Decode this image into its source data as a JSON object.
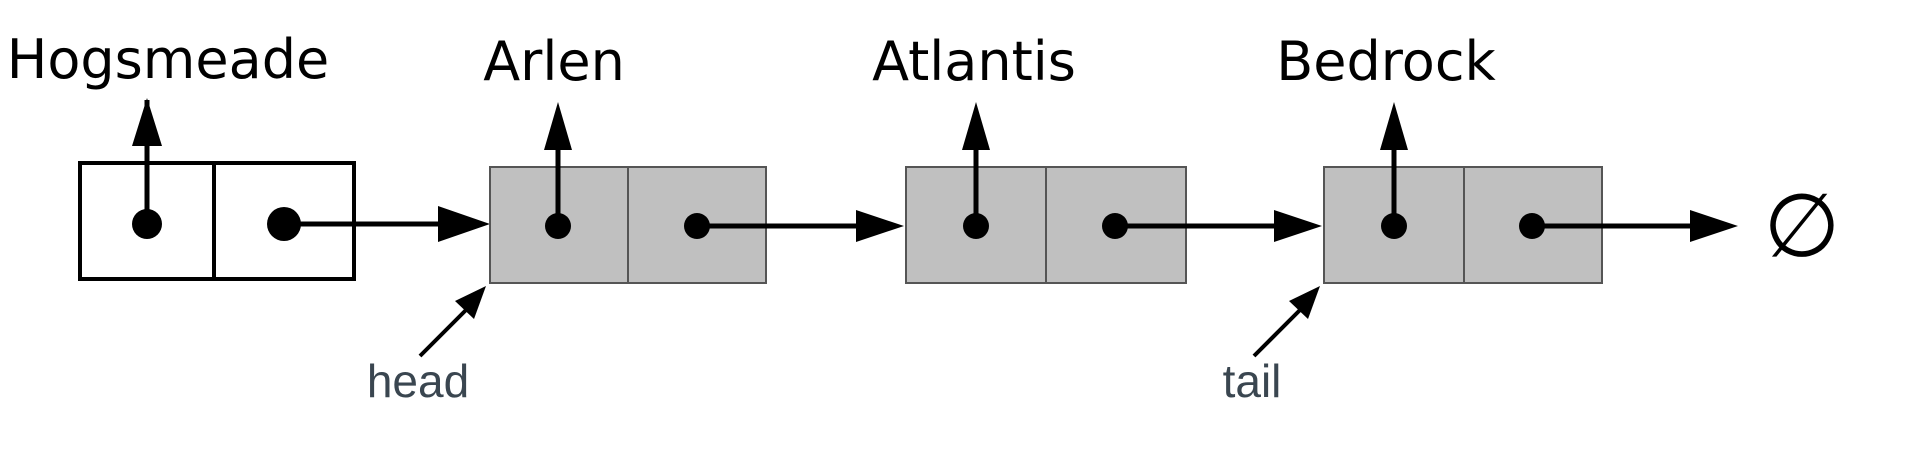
{
  "nodes": [
    {
      "name": "Hogsmeade",
      "style": "new"
    },
    {
      "name": "Arlen",
      "style": "list"
    },
    {
      "name": "Atlantis",
      "style": "list"
    },
    {
      "name": "Bedrock",
      "style": "list"
    }
  ],
  "pointers": {
    "head": "head",
    "tail": "tail"
  },
  "null_symbol": "∅",
  "colors": {
    "list_cell_fill": "#c0c0c0",
    "list_cell_stroke": "#555555",
    "new_cell_fill": "#ffffff",
    "arrow": "#000000",
    "pointer_text": "#3a4650"
  }
}
